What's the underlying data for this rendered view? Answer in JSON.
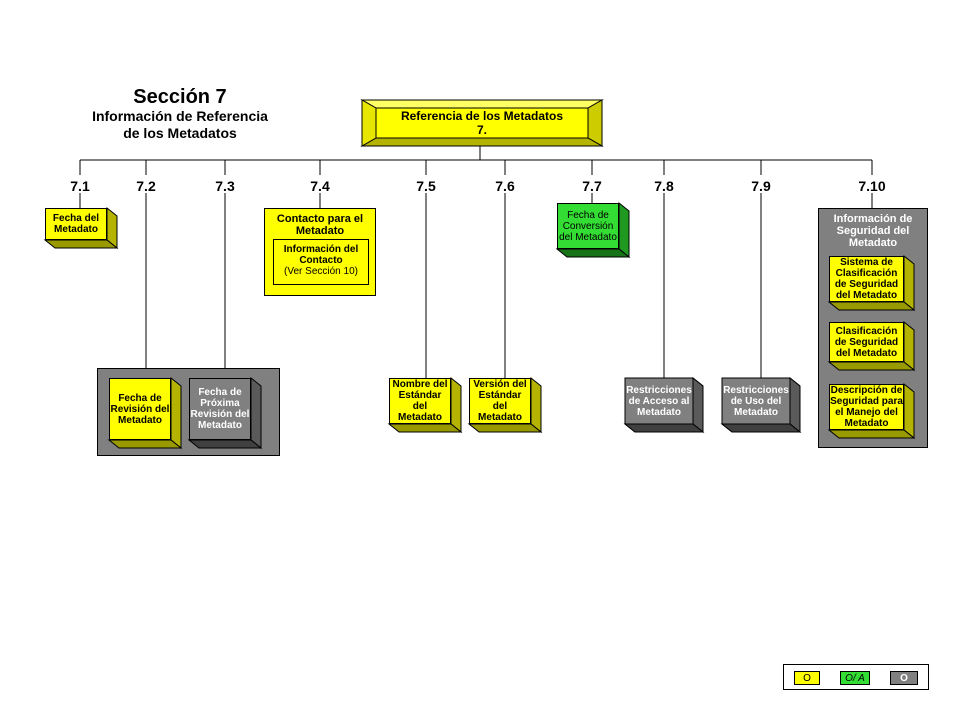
{
  "title": {
    "main": "Sección 7",
    "line2": "Información de Referencia",
    "line3": "de los Metadatos"
  },
  "root": {
    "line1": "Referencia  de  los Metadatos",
    "line2": "7."
  },
  "numbers": [
    "7.1",
    "7.2",
    "7.3",
    "7.4",
    "7.5",
    "7.6",
    "7.7",
    "7.8",
    "7.9",
    "7.10"
  ],
  "elements": {
    "e71": "Fecha del Metadato",
    "e72": "Fecha de Revisión del Metadato",
    "e73": "Fecha de Próxima Revisión del Metadato",
    "e74_title": "Contacto para el Metadato",
    "e74_inner_bold": "Información del Contacto",
    "e74_inner_ref": "(Ver Sección 10)",
    "e75": "Nombre del Estándar del Metadato",
    "e76": "Versión del Estándar del Metadato",
    "e77": "Fecha de Conversión del Metadato",
    "e78": "Restricciones de Acceso al Metadato",
    "e79": "Restricciones de Uso del Metadato",
    "e710_title": "Información de Seguridad del Metadato",
    "e710_a": "Sistema de Clasificación de Seguridad del Metadato",
    "e710_b": "Clasificación de Seguridad del Metadato",
    "e710_c": "Descripción de Seguridad para el Manejo del Metadato"
  },
  "legend": {
    "mandatory": "O",
    "mandatory_if_applicable": "O/ A",
    "optional": "O"
  },
  "colors": {
    "mandatory": "#ffff00",
    "mandatory_if_applicable": "#33dd33",
    "optional": "#808080"
  }
}
